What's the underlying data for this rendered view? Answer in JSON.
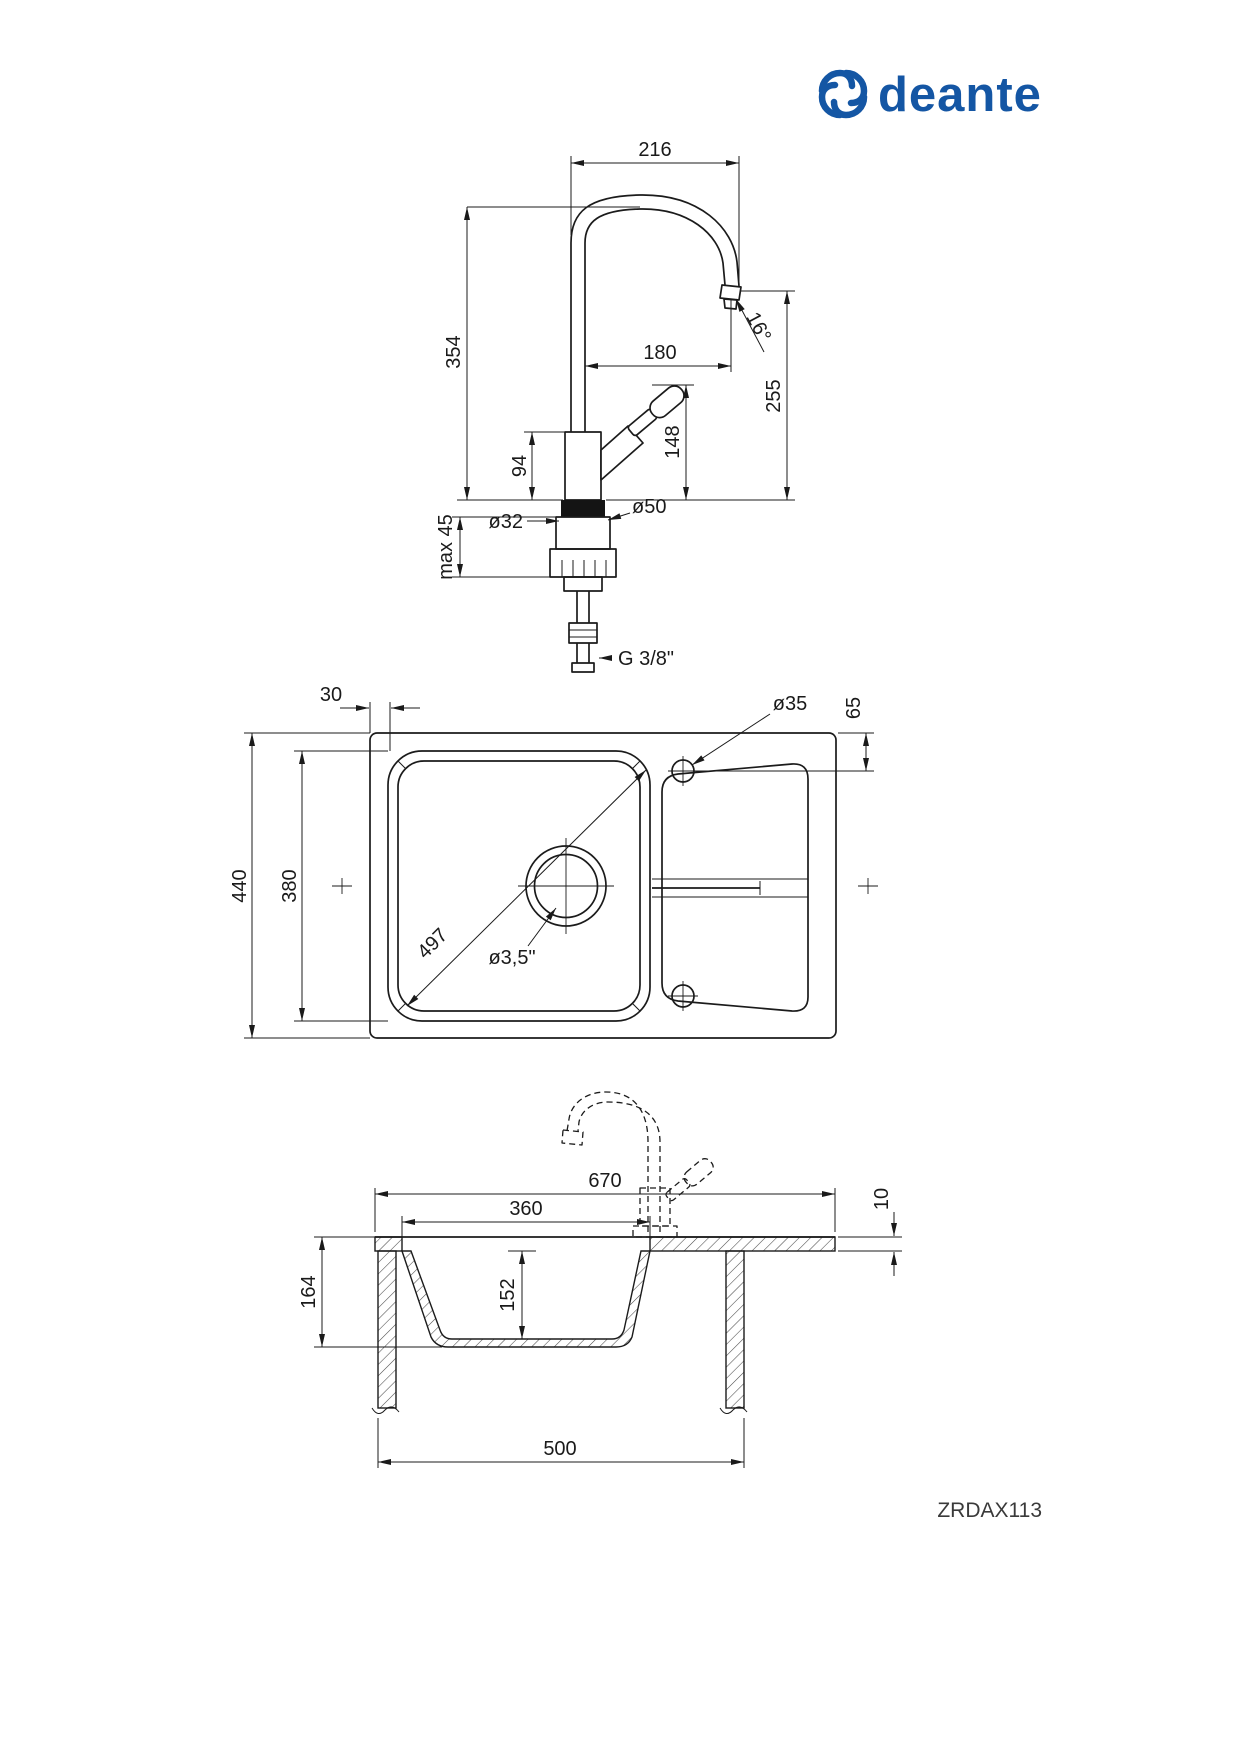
{
  "brand": {
    "name": "deante",
    "color": "#1456a4"
  },
  "part_number": "ZRDAX113",
  "views": {
    "faucet": {
      "dims": {
        "spout_width": "216",
        "total_height": "354",
        "spout_reach": "180",
        "spout_angle": "16°",
        "outlet_height": "255",
        "handle_height": "148",
        "body_height": "94",
        "hole_dia": "ø32",
        "base_dia": "ø50",
        "max_counter": "max 45",
        "connection": "G 3/8\""
      }
    },
    "sink_top": {
      "dims": {
        "rim_offset": "30",
        "overall_depth": "440",
        "bowl_width": "380",
        "diagonal": "497",
        "drain_size": "ø3,5\"",
        "tap_hole": "ø35",
        "hole_offset": "65"
      }
    },
    "sink_section": {
      "dims": {
        "overall_width": "670",
        "bowl_opening": "360",
        "rim_thickness": "10",
        "total_depth": "164",
        "bowl_depth": "152",
        "cabinet_width": "500"
      }
    }
  }
}
